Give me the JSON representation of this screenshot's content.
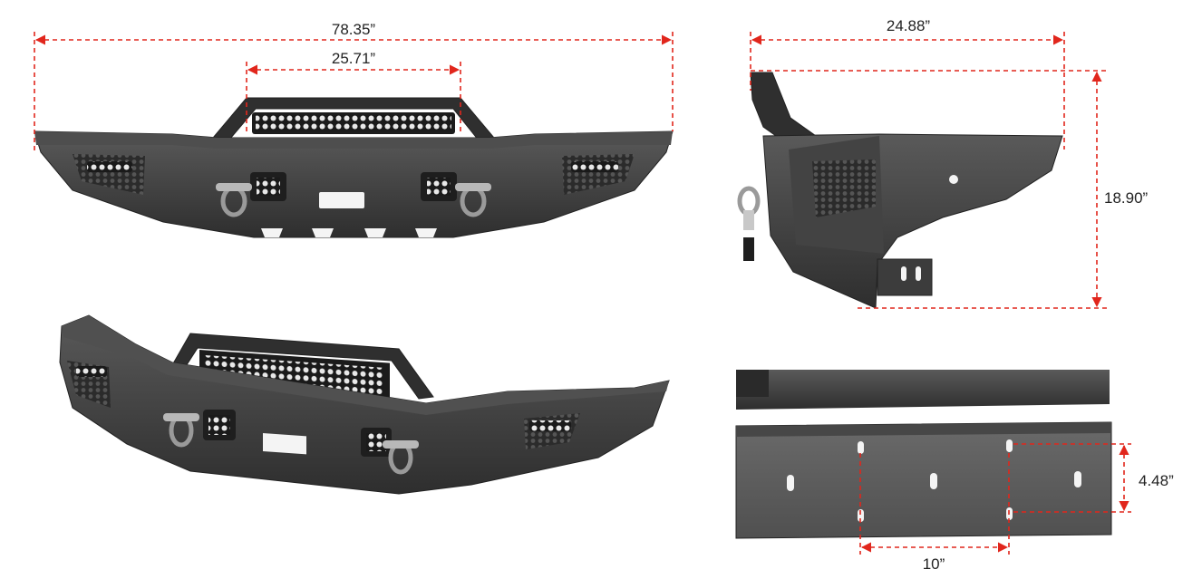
{
  "dimensions": {
    "front_overall_width": "78.35”",
    "front_lightbar_width": "25.71”",
    "side_depth": "24.88”",
    "side_height": "18.90”",
    "mount_hole_vertical": "4.48”",
    "mount_hole_horizontal": "10”"
  },
  "colors": {
    "dimension_line": "#e1261c",
    "bumper_steel": "#3a3a3a",
    "background": "#ffffff"
  }
}
